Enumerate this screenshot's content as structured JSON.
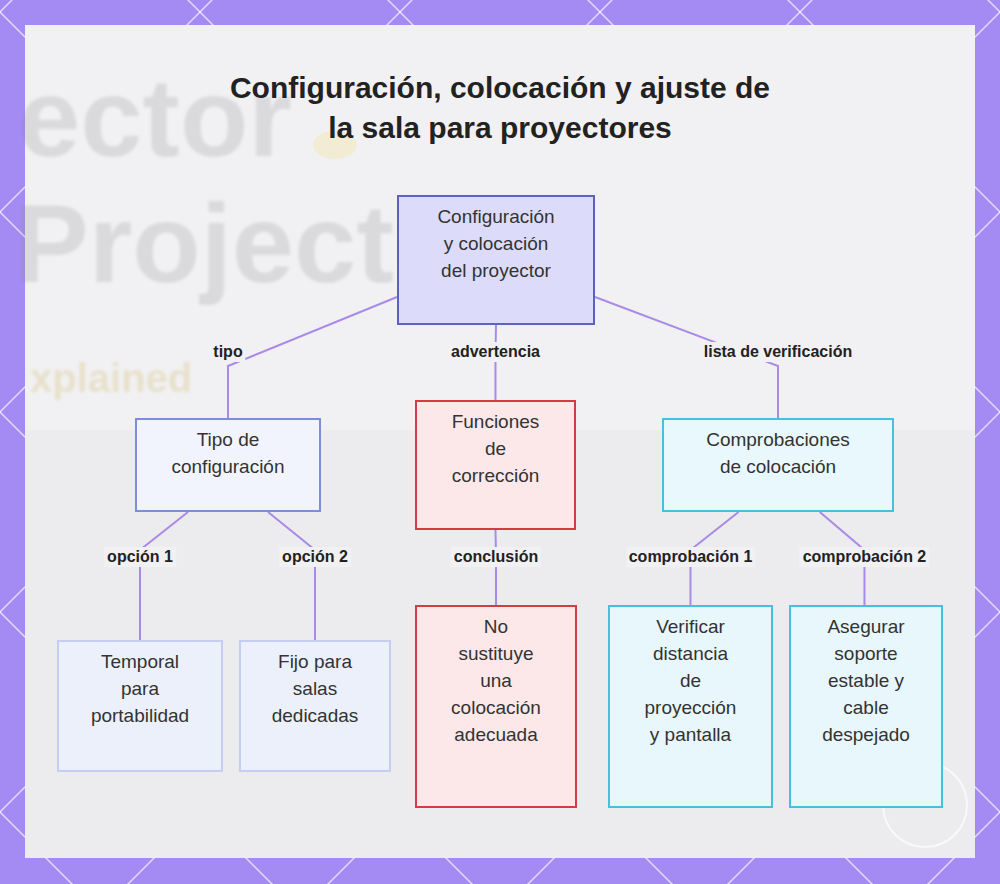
{
  "diagram": {
    "title": "Configuración, colocación y ajuste de la sala para proyectores",
    "nodes": [
      {
        "text": [
          "Configuración y colocación del proyector"
        ]
      },
      {
        "text": [
          "Tipo de configuración"
        ]
      },
      {
        "text": [
          "Funciones de corrección"
        ]
      },
      {
        "text": [
          "Comprobaciones de colocación"
        ]
      },
      {
        "text": [
          "Temporal para portabilidad"
        ]
      },
      {
        "text": [
          "Fijo para salas dedicadas"
        ]
      },
      {
        "text": [
          "No sustituye una colocación adecuada"
        ]
      },
      {
        "text": [
          "Verificar distancia de proyección y pantalla"
        ]
      },
      {
        "text": [
          "Asegurar soporte estable y cable despejado"
        ]
      }
    ],
    "edges": [
      {
        "from": 0,
        "to": 1,
        "label": "tipo",
        "arrow": "none"
      },
      {
        "from": 0,
        "to": 2,
        "label": "advertencia",
        "arrow": "none"
      },
      {
        "from": 0,
        "to": 3,
        "label": "lista de verificación",
        "arrow": "none"
      },
      {
        "from": 1,
        "to": 4,
        "label": "opción 1",
        "arrow": "none"
      },
      {
        "from": 1,
        "to": 5,
        "label": "opción 2",
        "arrow": "none"
      },
      {
        "from": 2,
        "to": 6,
        "label": "conclusión",
        "arrow": "none"
      },
      {
        "from": 3,
        "to": 7,
        "label": "comprobación 1",
        "arrow": "none"
      },
      {
        "from": 3,
        "to": 8,
        "label": "comprobación 2",
        "arrow": "none"
      }
    ],
    "labels": [
      "ector",
      "Project",
      "xplained"
    ]
  }
}
